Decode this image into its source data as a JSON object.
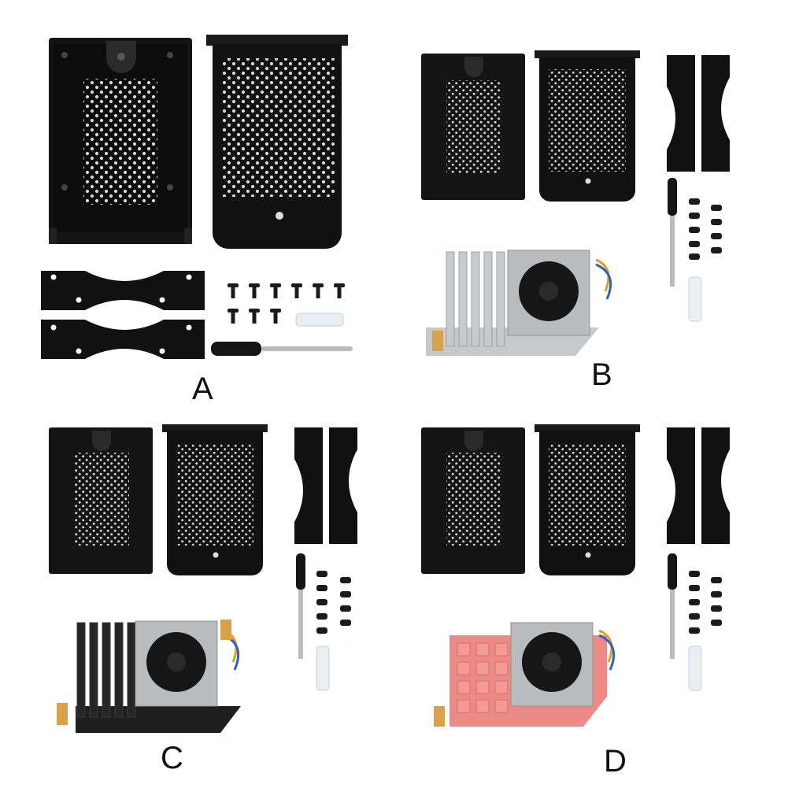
{
  "variants": [
    {
      "label": "A",
      "heatsink_color": null
    },
    {
      "label": "B",
      "heatsink_color": "#c8c9cb"
    },
    {
      "label": "C",
      "heatsink_color": "#1e1e1e"
    },
    {
      "label": "D",
      "heatsink_color": "#ec8a86"
    }
  ],
  "colors": {
    "case": "#111111",
    "background": "#ffffff",
    "fan_frame": "#b9bbbd",
    "spring": "#d9a24a"
  }
}
